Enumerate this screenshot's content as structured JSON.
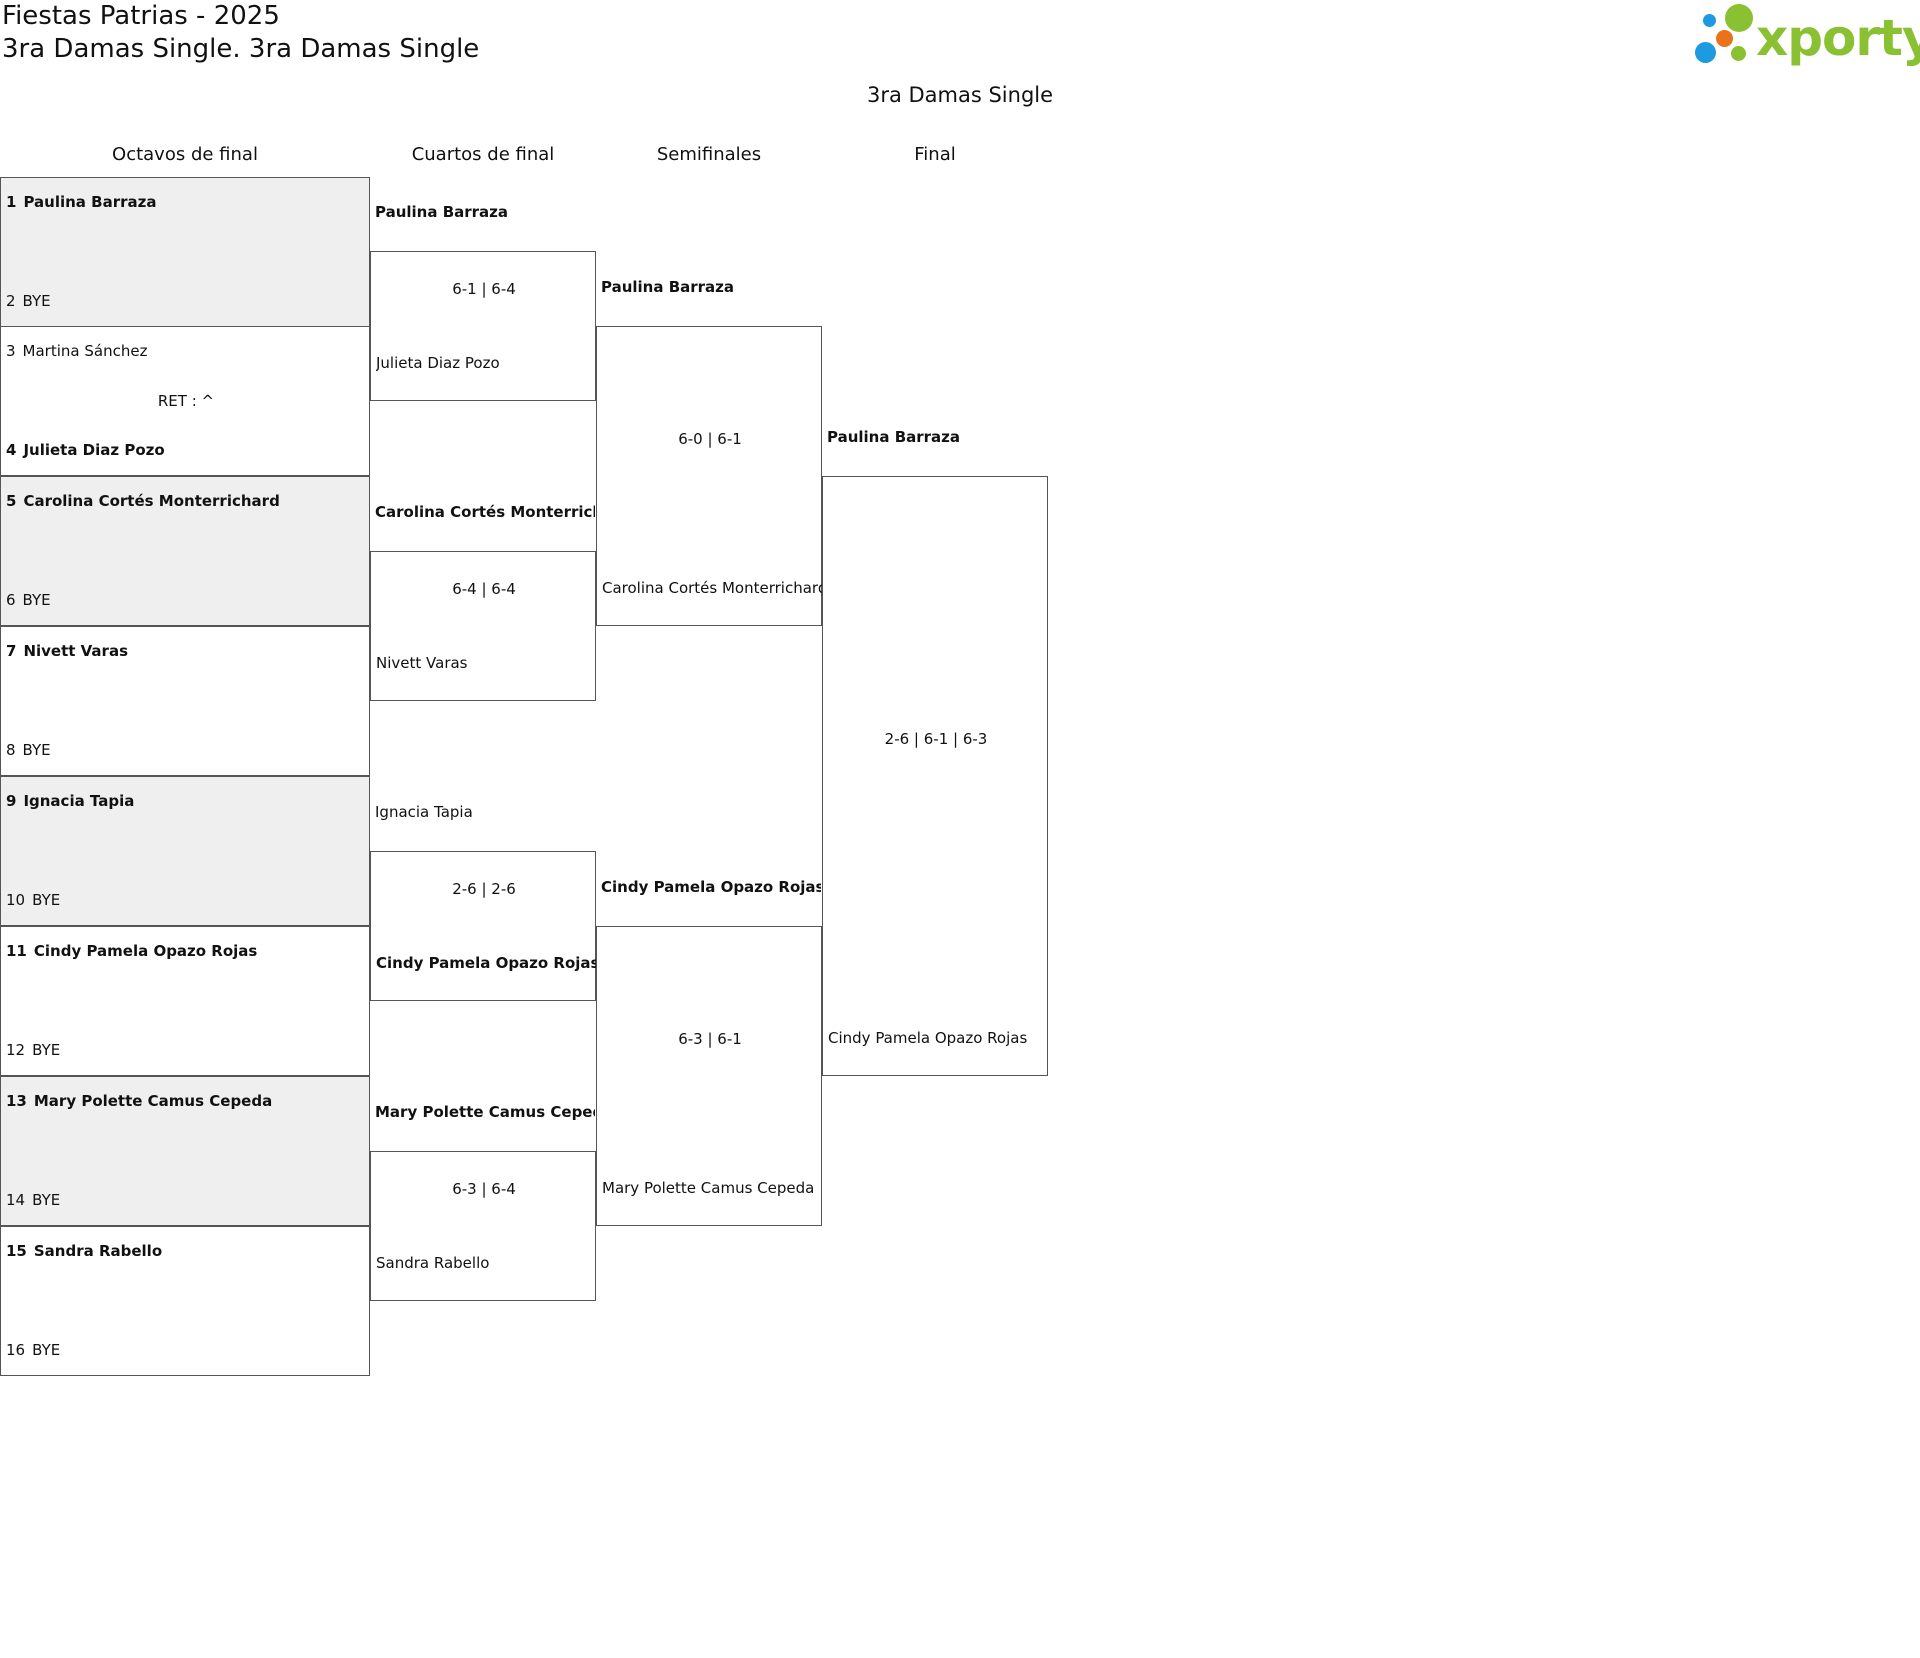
{
  "header": {
    "tournament": "Fiestas Patrias - 2025",
    "category": "3ra Damas Single. 3ra Damas Single",
    "draw_title": "3ra Damas Single",
    "logo_text": "xporty"
  },
  "colors": {
    "shade": "#efefef",
    "logo_green": "#8ac132",
    "logo_blue": "#1e9be0",
    "logo_orange": "#e8731c"
  },
  "rounds": [
    "Octavos de final",
    "Cuartos de final",
    "Semifinales",
    "Final"
  ],
  "r16": {
    "m1": {
      "p1": {
        "seed": "1",
        "name": "Paulina Barraza"
      },
      "p2": {
        "seed": "2",
        "name": "BYE"
      }
    },
    "m2": {
      "p1": {
        "seed": "3",
        "name": "Martina Sánchez"
      },
      "p2": {
        "seed": "4",
        "name": "Julieta Diaz Pozo"
      },
      "score": "RET : ^"
    },
    "m3": {
      "p1": {
        "seed": "5",
        "name": "Carolina Cortés Monterrichard"
      },
      "p2": {
        "seed": "6",
        "name": "BYE"
      }
    },
    "m4": {
      "p1": {
        "seed": "7",
        "name": "Nivett Varas"
      },
      "p2": {
        "seed": "8",
        "name": "BYE"
      }
    },
    "m5": {
      "p1": {
        "seed": "9",
        "name": "Ignacia Tapia"
      },
      "p2": {
        "seed": "10",
        "name": "BYE"
      }
    },
    "m6": {
      "p1": {
        "seed": "11",
        "name": "Cindy Pamela Opazo Rojas"
      },
      "p2": {
        "seed": "12",
        "name": "BYE"
      }
    },
    "m7": {
      "p1": {
        "seed": "13",
        "name": "Mary Polette Camus Cepeda"
      },
      "p2": {
        "seed": "14",
        "name": "BYE"
      }
    },
    "m8": {
      "p1": {
        "seed": "15",
        "name": "Sandra Rabello"
      },
      "p2": {
        "seed": "16",
        "name": "BYE"
      }
    }
  },
  "qf": {
    "m1": {
      "p1": "Paulina Barraza",
      "p2": "Julieta Diaz Pozo",
      "score": "6-1 | 6-4"
    },
    "m2": {
      "p1": "Carolina Cortés Monterrichard",
      "p2": "Nivett Varas",
      "score": "6-4 | 6-4"
    },
    "m3": {
      "p1": "Ignacia Tapia",
      "p2": "Cindy Pamela Opazo Rojas",
      "score": "2-6 | 2-6"
    },
    "m4": {
      "p1": "Mary Polette Camus Cepeda",
      "p2": "Sandra Rabello",
      "score": "6-3 | 6-4"
    }
  },
  "sf": {
    "m1": {
      "p1": "Paulina Barraza",
      "p2": "Carolina Cortés Monterrichard",
      "score": "6-0 | 6-1"
    },
    "m2": {
      "p1": "Cindy Pamela Opazo Rojas",
      "p2": "Mary Polette Camus Cepeda",
      "score": "6-3 | 6-1"
    }
  },
  "final": {
    "p1": "Paulina Barraza",
    "p2": "Cindy Pamela Opazo Rojas",
    "score": "2-6 | 6-1 | 6-3"
  }
}
